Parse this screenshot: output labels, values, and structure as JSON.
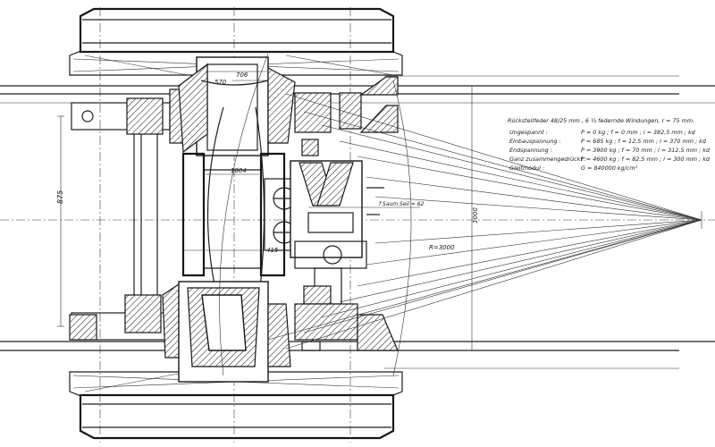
{
  "dimensions": {
    "d570": "570",
    "d706": "706",
    "d1804": "1804",
    "d875": "875",
    "d1000": "1000",
    "rc": "R=3000",
    "r415": "415",
    "sz": "f Saum.Seil = 62"
  },
  "spec": {
    "title": "Rückstellfeder 48/25 mm , 6 ½ federnde Windungen, r = 75 mm.",
    "rows": [
      {
        "label": "Ungespannt :",
        "values": "P = 0    kg ; f = 0     mm   ;  l = 382,5  mm  ;  kd"
      },
      {
        "label": "Einbauspannung :",
        "values": "P = 685  kg ; f = 12,5  mm   ;  l = 370    mm  ;  kd"
      },
      {
        "label": "Endspannung :",
        "values": "P = 3900 kg ; f = 70    mm   ;  l = 312,5  mm  ;  kd"
      },
      {
        "label": "Ganz zusammengedrückt :",
        "values": "P = 4600 kg ; f = 82,5  mm   ;  l = 300    mm  ;  kd"
      },
      {
        "label": "Gleitmodul :",
        "values": "G = 840000 kg/cm²"
      }
    ]
  }
}
